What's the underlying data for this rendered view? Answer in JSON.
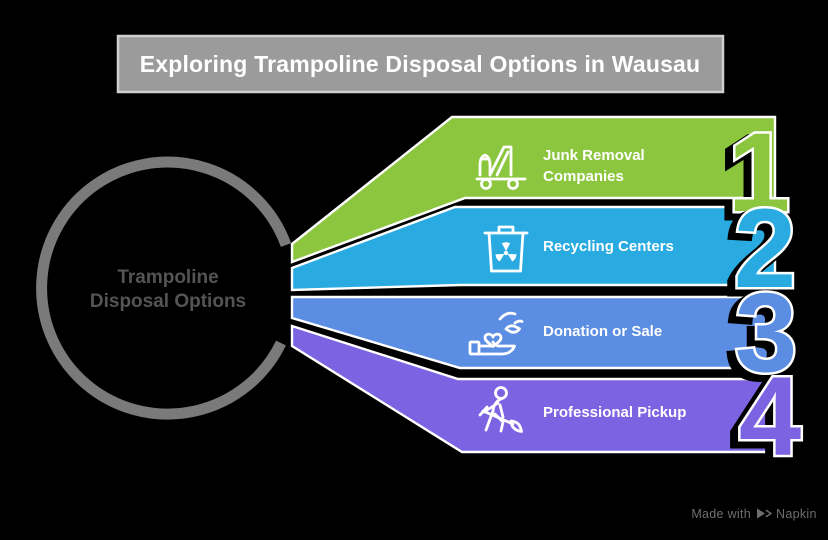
{
  "title": "Exploring Trampoline Disposal Options in Wausau",
  "hub": {
    "line1": "Trampoline",
    "line2": "Disposal Options"
  },
  "items": [
    {
      "number": "1",
      "label": "Junk Removal",
      "label2": "Companies",
      "color": "#8CC63F",
      "icon": "stairs-truck-icon"
    },
    {
      "number": "2",
      "label": "Recycling Centers",
      "label2": "",
      "color": "#29ABE2",
      "icon": "hazard-bin-icon"
    },
    {
      "number": "3",
      "label": "Donation or Sale",
      "label2": "",
      "color": "#5B8DE3",
      "icon": "hand-heart-icon"
    },
    {
      "number": "4",
      "label": "Professional Pickup",
      "label2": "",
      "color": "#7C63E2",
      "icon": "person-shovel-icon"
    }
  ],
  "watermark": {
    "prefix": "Made with",
    "brand": "Napkin"
  },
  "colors": {
    "background": "#000000",
    "banner_fill": "#9B9B9B",
    "banner_border": "#CFCFCF",
    "banner_text": "#FFFFFF",
    "ring": "#7A7A7A",
    "hub_text": "#545454",
    "band_label_text": "#FFFFFF",
    "icon_stroke": "#FFFFFF",
    "watermark": "#6E6E6E"
  }
}
